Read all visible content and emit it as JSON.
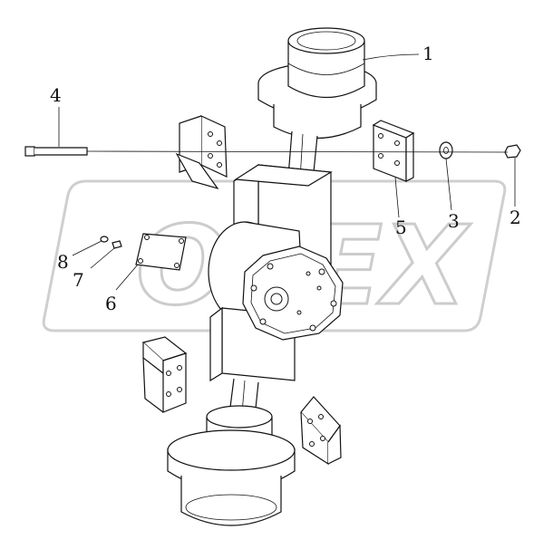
{
  "diagram": {
    "callouts": [
      {
        "id": "1",
        "label": "1"
      },
      {
        "id": "2",
        "label": "2"
      },
      {
        "id": "3",
        "label": "3"
      },
      {
        "id": "4",
        "label": "4"
      },
      {
        "id": "5",
        "label": "5"
      },
      {
        "id": "6",
        "label": "6"
      },
      {
        "id": "7",
        "label": "7"
      },
      {
        "id": "8",
        "label": "8"
      }
    ],
    "watermark": {
      "text": "OPEX"
    }
  }
}
